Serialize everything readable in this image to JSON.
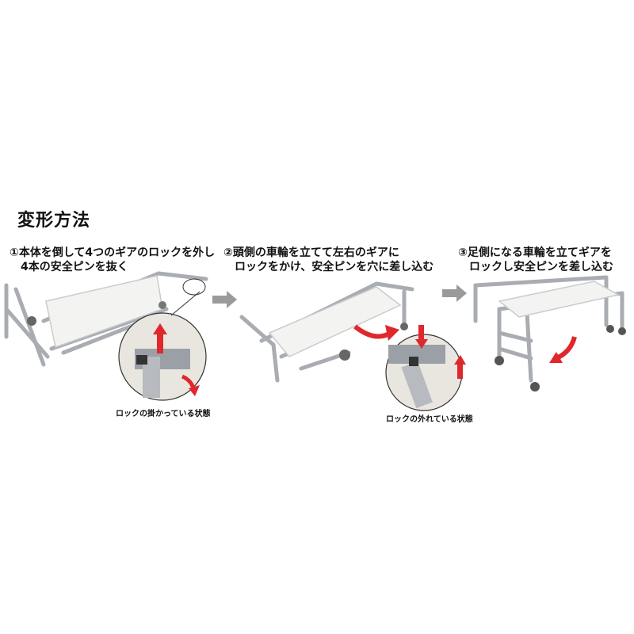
{
  "title": "変形方法",
  "steps": [
    {
      "line1": "①本体を倒して4つのギアのロックを外し",
      "line2": "4本の安全ピンを抜く"
    },
    {
      "line1": "②頭側の車輪を立てて左右のギアに",
      "line2": "ロックをかけ、安全ピンを穴に差し込む"
    },
    {
      "line1": "③足側になる車輪を立てギアを",
      "line2": "ロックし安全ピンを差し込む"
    }
  ],
  "captions": {
    "locked": "ロックの掛かっている状態",
    "unlocked": "ロックの外れている状態"
  },
  "colors": {
    "arrow_red": "#e0282c",
    "flow_arrow": "#9a9a9a",
    "frame": "#b8bcc0",
    "sheet": "#f2f2f0"
  }
}
